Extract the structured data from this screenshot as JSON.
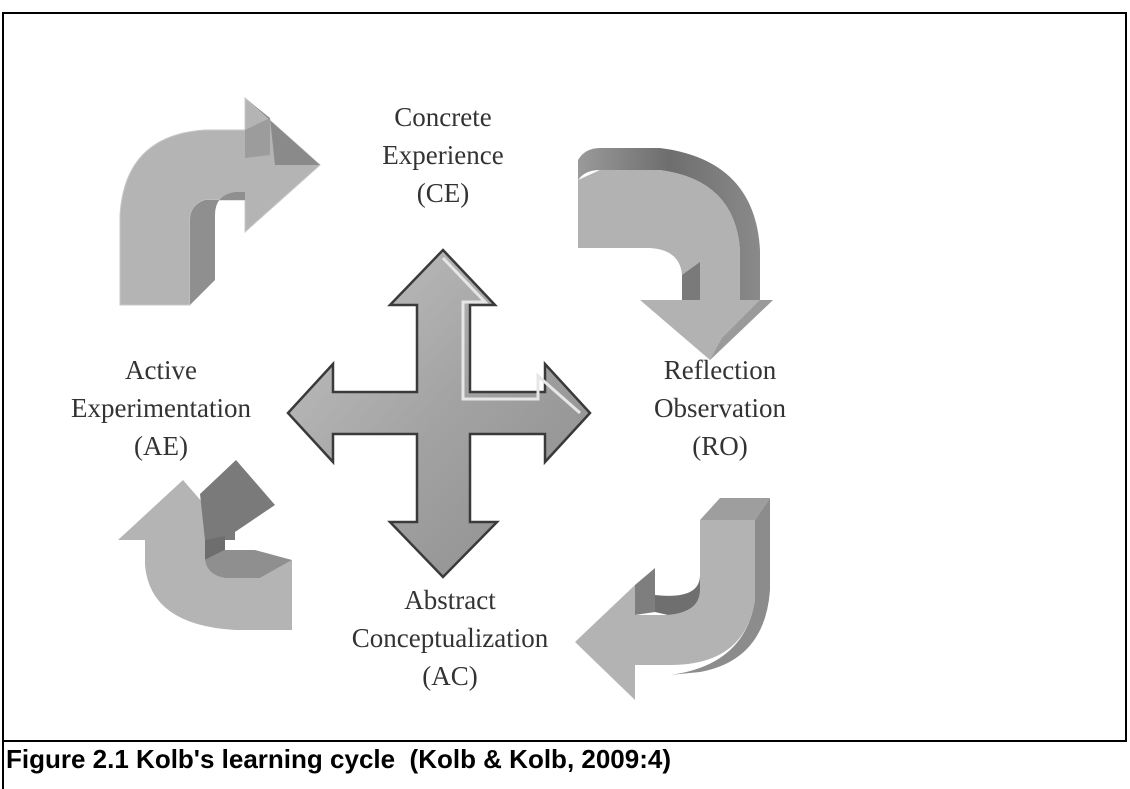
{
  "diagram": {
    "stages": {
      "ce": {
        "line1": "Concrete",
        "line2": "Experience",
        "line3": "(CE)"
      },
      "ro": {
        "line1": "Reflection",
        "line2": "Observation",
        "line3": "(RO)"
      },
      "ac": {
        "line1": "Abstract",
        "line2": "Conceptualization",
        "line3": "(AC)"
      },
      "ae": {
        "line1": "Active",
        "line2": "Experimentation",
        "line3": "(AE)"
      }
    },
    "colors": {
      "cross_fill": "#a3a3a3",
      "arrow_light": "#b4b4b4",
      "arrow_dark": "#7a7a7a",
      "text": "#333333"
    }
  },
  "caption": "Figure 2.1 Kolb's learning cycle  (Kolb & Kolb, 2009:4)"
}
